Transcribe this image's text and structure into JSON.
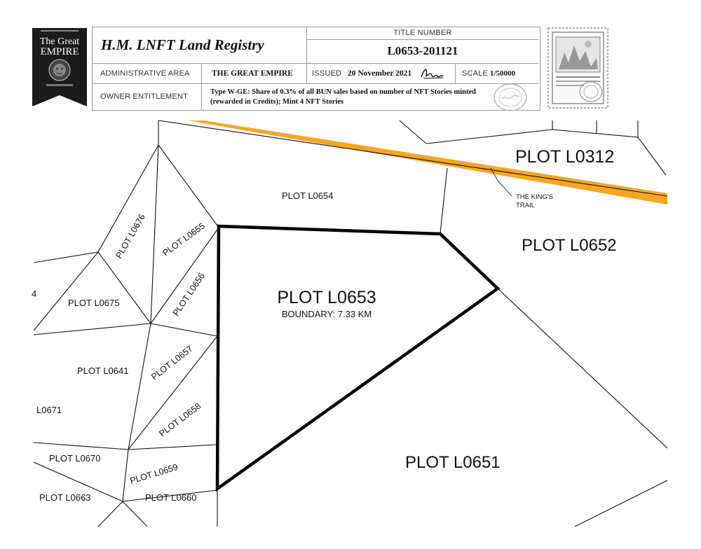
{
  "registry": {
    "title": "H.M. LNFT Land Registry",
    "title_number_label": "TITLE NUMBER",
    "title_number": "L0653-201121",
    "admin_area_label": "ADMINISTRATIVE AREA",
    "admin_area": "THE GREAT EMPIRE",
    "issued_label": "ISSUED",
    "issued_date": "20 November 2021",
    "scale_label": "SCALE",
    "scale": "1/50000",
    "owner_label": "OWNER ENTITLEMENT",
    "owner_line1": "Type W-GE: Share of 0.3% of all BUN sales based on number of NFT Stories minted",
    "owner_line2": "(rewarded in Credits); Mint 4 NFT Stories"
  },
  "banner": {
    "line1": "The Great",
    "line2": "EMPIRE"
  },
  "map": {
    "main_plot": "PLOT L0653",
    "boundary": "BOUNDARY: 7.33 KM",
    "trail_line1": "THE KING'S",
    "trail_line2": "TRAIL",
    "trail_color": "#f5a623",
    "plots": {
      "l0312": "PLOT L0312",
      "l0652": "PLOT L0652",
      "l0651": "PLOT L0651",
      "l0654": "PLOT L0654",
      "l0676": "PLOT L0676",
      "l0655": "PLOT L0655",
      "l0656": "PLOT L0656",
      "l0675": "PLOT L0675",
      "l0657": "PLOT L0657",
      "l0641": "PLOT L0641",
      "l0658": "PLOT L0658",
      "l0671": "L0671",
      "l0670": "PLOT L0670",
      "l0659": "PLOT L0659",
      "l0663": "PLOT L0663",
      "l0660": "PLOT L0660",
      "edge": "4"
    }
  }
}
